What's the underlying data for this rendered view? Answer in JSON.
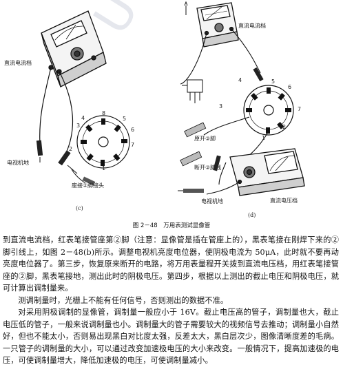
{
  "figure": {
    "left": {
      "meter_label": "直流电流档",
      "pins": [
        "4",
        "3",
        "8",
        "5",
        "6",
        "2",
        "1",
        "7"
      ],
      "ground_label": "电视机地",
      "probe_label": "座接②脚接头",
      "sub_label": "(c)"
    },
    "right": {
      "meter_top_label": "直流电流档",
      "pins": [
        "4",
        "5",
        "6",
        "3",
        "7",
        "2",
        "1"
      ],
      "probe1_label": "原开②脚",
      "probe2_label": "断开②脚线",
      "meter_bottom_label": "直流电压档",
      "ground_label": "电视机地",
      "sub_label": "(d)"
    },
    "caption": "图 2－48　万用表测试显像管"
  },
  "body": {
    "p1": "到直流电流档，红表笔接管座第②脚（注意：显像管是插在管座上的），黑表笔接在刚焊下来的②脚引线上，如图 2－48(b)所示。调整电视机亮度电位器，使阴极电流为 50μA，此时就不要再动亮度电位器了。第三步，恢复原来断开的电路，将万用表量程开关拨到直流电压档，用红表笔接管座的②脚，黑表笔接地，测出此时的阴极电压。第四步，根据以上测出的截止电压和阴极电压，就可计算出调制量来。",
    "p2": "测调制量时，光栅上不能有任何信号，否则测出的数据不准。",
    "p3": "对采用阴极调制的显像管，调制量一般应小于 16V。截止电压高的管子，调制量也大，截止电压低的管子，一般来说调制量也小。调制量大的管子需要较大的视频信号去推动；调制量小自然好，但也不能太小，否则易出现黑白对比度太强，反差太大，黑白层次少，图像清晰度差的毛病。一只管子的调制量的大小，可以通过改变加速极电压的大小来改变。一般情况下，提高加速极的电压，可使调制量增大，降低加速极的电压，可使调制量减小。"
  },
  "watermark": "UIRegister"
}
